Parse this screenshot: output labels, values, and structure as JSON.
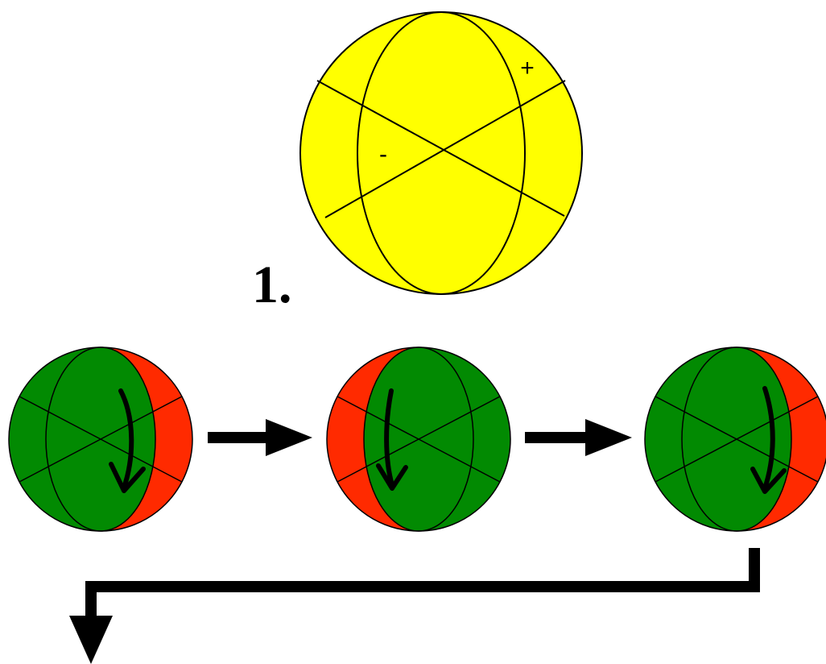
{
  "step_label": "1.",
  "reference_sphere": {
    "plus_label": "+",
    "minus_label": "-"
  },
  "colors": {
    "reference_fill": "#ffff00",
    "sphere_green": "#028a02",
    "sphere_red": "#ff2a00",
    "line": "#000000"
  },
  "rotation_sequence": {
    "states": [
      {
        "red_side": "right"
      },
      {
        "red_side": "left"
      },
      {
        "red_side": "right"
      }
    ]
  }
}
